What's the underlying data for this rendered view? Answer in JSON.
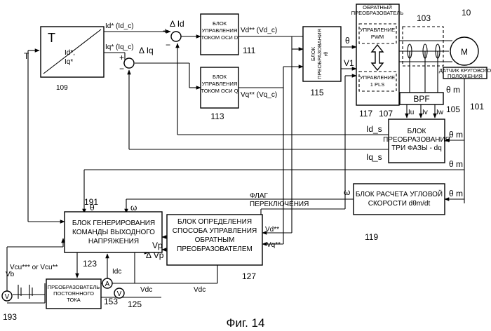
{
  "figure": {
    "caption": "Фиг. 14"
  },
  "blocks": {
    "torque_map": {
      "ref": "109",
      "t_label": "T",
      "out_label": "Id*,\nIq*"
    },
    "d_ctrl": {
      "label": "БЛОК\nУПРАВЛЕНИЯ\nТОКОМ ОСИ D",
      "ref": "111"
    },
    "q_ctrl": {
      "label": "БЛОК\nУПРАВЛЕНИЯ\nТОКОМ ОСИ Q",
      "ref": "113"
    },
    "converter": {
      "label": "БЛОК\nПРЕОБРАЗОВАНИЯ\nrθ",
      "ref": "115"
    },
    "inverter": {
      "title": "ОБРАТНЫЙ\nПРЕОБРАЗОВАТЕЛЬ",
      "pwm_label": "УПРАВЛЕНИЕ\nPWM",
      "pls_label": "УПРАВЛЕНИЕ\n1 PLS",
      "ref": "117"
    },
    "motor": {
      "label": "M",
      "ref": "10"
    },
    "sensor": {
      "label": "ДАТЧИК КРУГОВОГО\nПОЛОЖЕНИЯ",
      "ref": "101"
    },
    "current_sensors": {
      "ref": "103"
    },
    "bpf": {
      "label": "BPF",
      "ref": "105"
    },
    "three_phase": {
      "label": "БЛОК\nПРЕОБРАЗОВАНИЯ\nТРИ ФАЗЫ - dq",
      "ref": "107"
    },
    "speed_calc": {
      "label": "БЛОК РАСЧЕТА УГЛОВОЙ\nСКОРОСТИ dθm/dt",
      "ref": "119"
    },
    "voltage_cmd": {
      "label": "БЛОК ГЕНЕРИРОВАНИЯ\nКОМАНДЫ ВЫХОДНОГО\nНАПРЯЖЕНИЯ",
      "ref": "191"
    },
    "mode_select": {
      "label": "БЛОК ОПРЕДЕЛЕНИЯ\nСПОСОБА УПРАВЛЕНИЯ\nОБРАТНЫМ\nПРЕОБРАЗОВАТЕЛЕМ",
      "ref": "127"
    },
    "dc_converter": {
      "label": "ПРЕОБРАЗОВАТЕЛЬ\nПОСТОЯННОГО\nТОКА",
      "ref": "123"
    }
  },
  "meters": {
    "vb_meter": {
      "label": "V",
      "ref": "193"
    },
    "idc_meter": {
      "label": "A",
      "ref": "153"
    },
    "vdc_meter": {
      "label": "V",
      "ref": "125"
    }
  },
  "signals": {
    "t_in": "T",
    "id_cmd": "Id* (Id_c)",
    "iq_cmd": "Iq* (Iq_c)",
    "delta_id": "Δ Id",
    "delta_iq": "Δ Iq",
    "vd_out": "Vd** (Vd_c)",
    "vq_out": "Vq** (Vq_c)",
    "theta": "θ",
    "v1": "V1",
    "iu": "Iu",
    "iv": "Iv",
    "iw": "Iw",
    "theta_m": "θ m",
    "id_s": "Id_s",
    "iq_s": "Iq_s",
    "omega": "ω",
    "switch_flag": "ФЛАГ\nПЕРЕКЛЮЧЕНИЯ",
    "vd_fb": "Vd**",
    "vq_fb": "Vq**",
    "vp": "Vp",
    "delta_vp": "Δ Vp",
    "vcu": "Vcu*** or Vcu**",
    "idc": "Idc",
    "vdc": "Vdc",
    "vb": "Vb"
  },
  "signs": {
    "plus": "+",
    "minus": "−"
  }
}
